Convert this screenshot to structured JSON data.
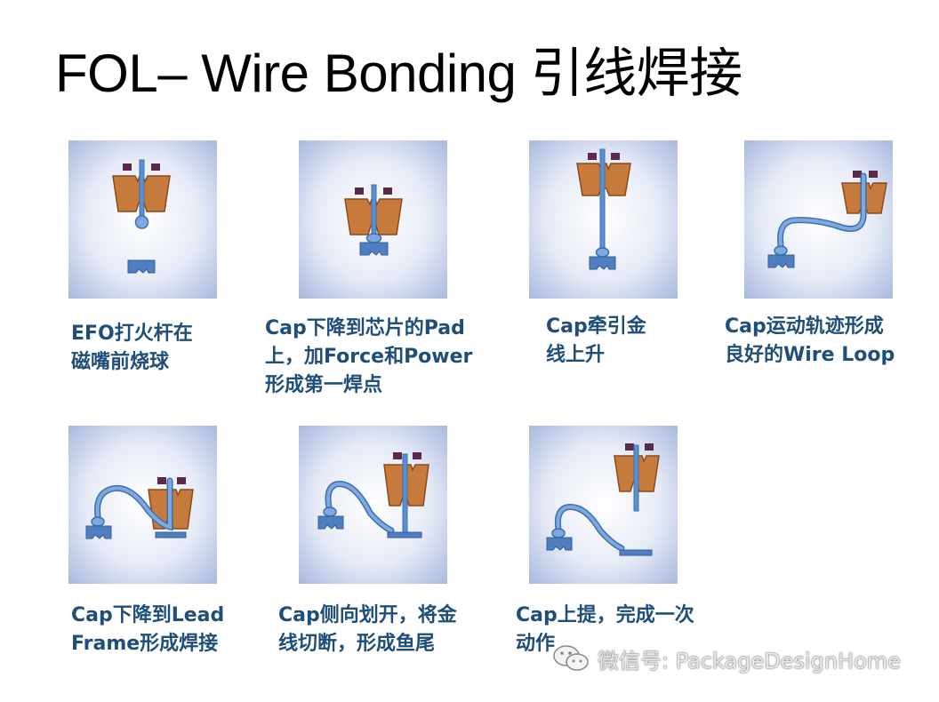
{
  "slide": {
    "title": "FOL– Wire Bonding 引线焊接"
  },
  "steps": [
    {
      "lines": [
        "EFO打火杆在",
        "磁嘴前烧球"
      ]
    },
    {
      "lines": [
        "Cap下降到芯片的Pad",
        "上，加Force和Power",
        "形成第一焊点"
      ]
    },
    {
      "lines": [
        "Cap牵引金",
        "线上升"
      ]
    },
    {
      "lines": [
        "Cap运动轨迹形成",
        "良好的Wire Loop"
      ]
    },
    {
      "lines": [
        "Cap下降到Lead",
        "Frame形成焊接"
      ]
    },
    {
      "lines": [
        "Cap侧向划开，将金",
        "线切断，形成鱼尾"
      ]
    },
    {
      "lines": [
        "Cap上提，完成一次",
        "动作"
      ]
    }
  ],
  "watermark": {
    "text": "微信号: PackageDesignHome",
    "icon": "wechat-icon"
  },
  "colors": {
    "caption": "#1f4e79",
    "capillary": "#c67a3c",
    "wire": "#5b8fd0",
    "pad": "#5b2a4a"
  }
}
